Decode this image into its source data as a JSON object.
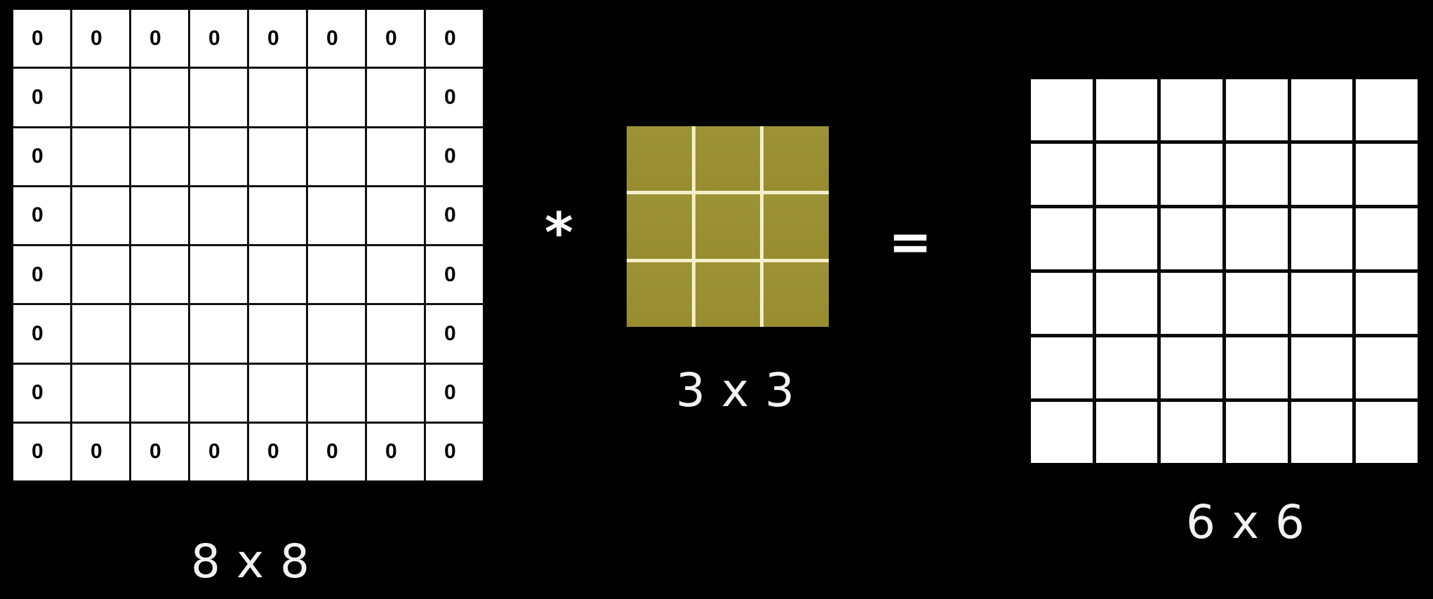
{
  "input": {
    "size_label": "8 x 8",
    "rows": [
      [
        "0",
        "0",
        "0",
        "0",
        "0",
        "0",
        "0",
        "0"
      ],
      [
        "0",
        "",
        "",
        "",
        "",
        "",
        "",
        "0"
      ],
      [
        "0",
        "",
        "",
        "",
        "",
        "",
        "",
        "0"
      ],
      [
        "0",
        "",
        "",
        "",
        "",
        "",
        "",
        "0"
      ],
      [
        "0",
        "",
        "",
        "",
        "",
        "",
        "",
        "0"
      ],
      [
        "0",
        "",
        "",
        "",
        "",
        "",
        "",
        "0"
      ],
      [
        "0",
        "",
        "",
        "",
        "",
        "",
        "",
        "0"
      ],
      [
        "0",
        "0",
        "0",
        "0",
        "0",
        "0",
        "0",
        "0"
      ]
    ]
  },
  "kernel": {
    "size_label": "3 x 3",
    "rows": 3,
    "cols": 3,
    "color": "#9a9033"
  },
  "output": {
    "size_label": "6 x 6",
    "rows": 6,
    "cols": 6
  },
  "operators": {
    "convolve": "*",
    "equals": "="
  },
  "colors": {
    "background": "#000000",
    "cell": "#ffffff",
    "kernel_cell": "#9a9033",
    "label": "#f2f2f2"
  }
}
